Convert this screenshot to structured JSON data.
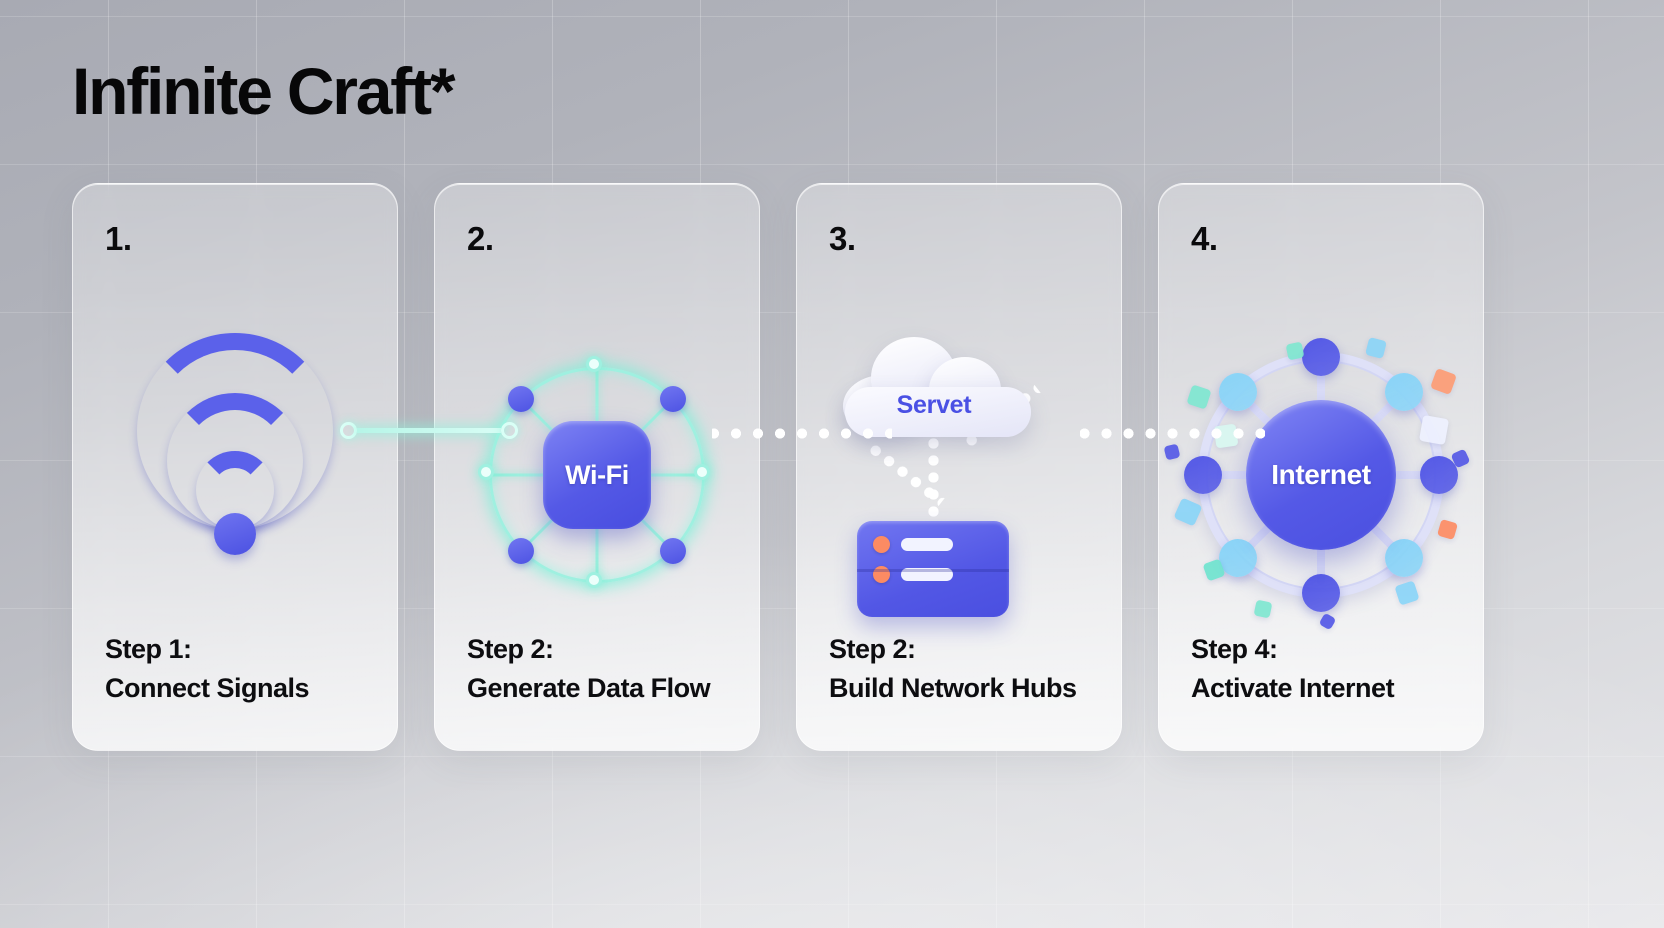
{
  "page": {
    "title": "Infinite Craft*"
  },
  "cards": [
    {
      "number": "1.",
      "step_label": "Step 1:",
      "step_title": "Connect Signals",
      "icon": "wifi-signal-icon"
    },
    {
      "number": "2.",
      "step_label": "Step 2:",
      "step_title": "Generate Data Flow",
      "icon": "wifi-hub-icon",
      "badge": "Wi-Fi"
    },
    {
      "number": "3.",
      "step_label": "Step 2:",
      "step_title": "Build Network Hubs",
      "icon": "cloud-server-icon",
      "badge": "Servet"
    },
    {
      "number": "4.",
      "step_label": "Step 4:",
      "step_title": "Activate Internet",
      "icon": "internet-globe-icon",
      "badge": "Internet"
    }
  ],
  "connectors": [
    {
      "name": "connector-1-2",
      "style": "glow-line"
    },
    {
      "name": "connector-2-3",
      "style": "dotted"
    },
    {
      "name": "connector-3-4",
      "style": "dotted"
    }
  ],
  "colors": {
    "accent_blue": "#5459e6",
    "accent_mint": "#9ff0e0",
    "led_orange": "#fc8b63",
    "title_black": "#070708",
    "card_glass": "#ffffff"
  }
}
